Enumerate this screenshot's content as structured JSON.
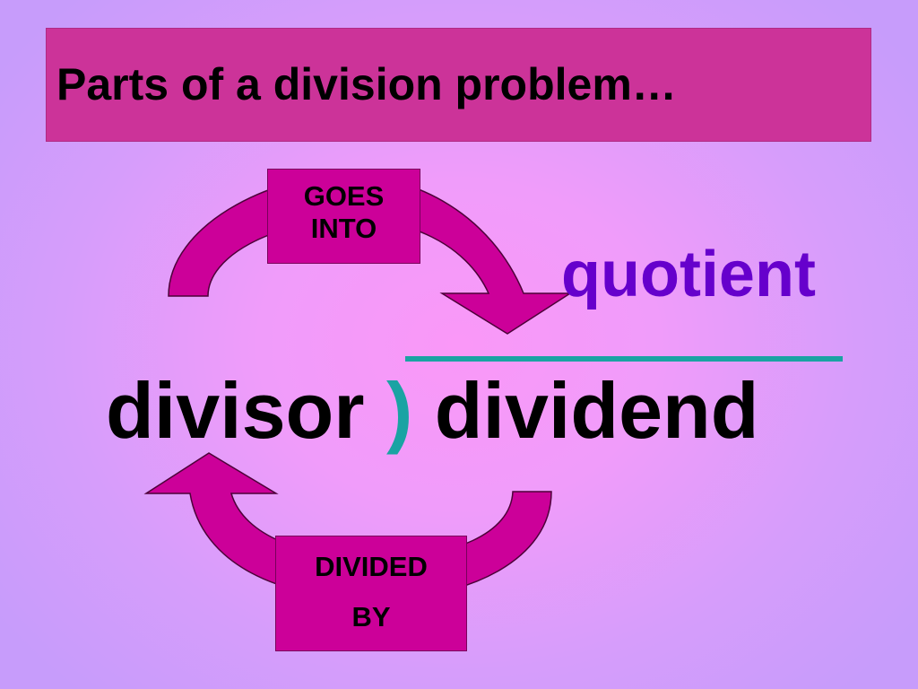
{
  "title": "Parts of a division problem…",
  "goes_into": {
    "line1": "GOES",
    "line2": "INTO"
  },
  "divided_by": {
    "line1": "DIVIDED",
    "line2": "BY"
  },
  "quotient": "quotient",
  "divisor": "divisor",
  "bracket": ")",
  "dividend": "dividend",
  "colors": {
    "title_background": "#cc3399",
    "box_fill": "#cc0099",
    "quotient_text": "#6600cc",
    "bracket_and_bar": "#1aa3a3"
  }
}
